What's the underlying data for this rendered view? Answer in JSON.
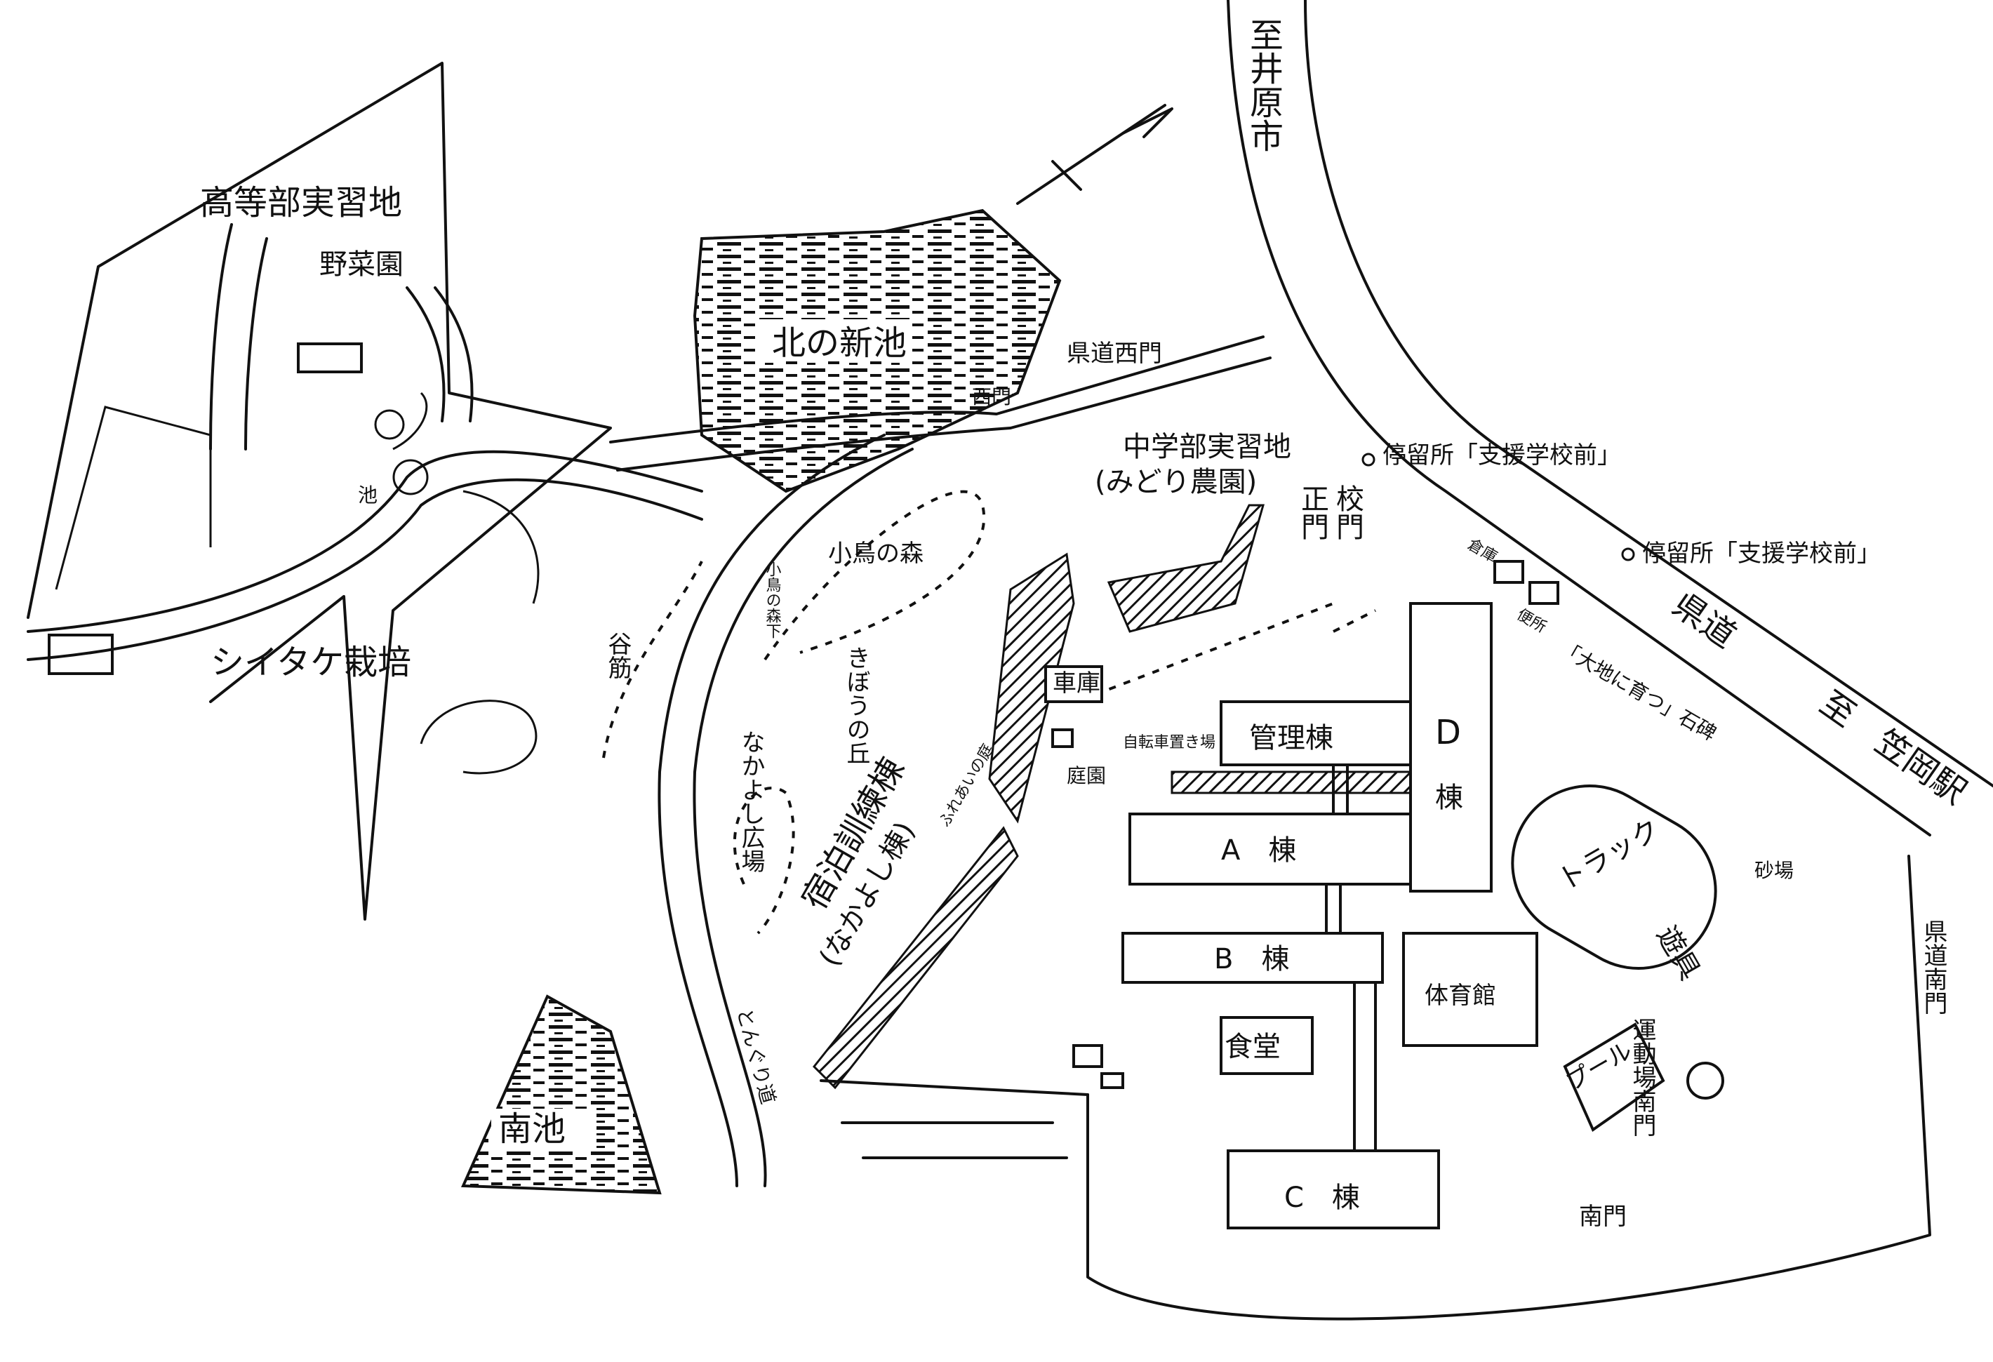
{
  "map": {
    "labels": {
      "high_school_practice": "高等部実習地",
      "vegetable_garden": "野菜園",
      "north_pond": "北の新池",
      "pref_road_west_gate": "県道西門",
      "west_gate": "西門",
      "to_ibara": "至井原市",
      "middle_practice": "中学部実習地",
      "midori_farm": "(みどり農園)",
      "main_gate": "正門",
      "school_gate": "校門",
      "bus_stop_1": "停留所「支援学校前」",
      "bus_stop_2": "停留所「支援学校前」",
      "pond_small": "池",
      "shiitake": "シイタケ栽培",
      "tanisuji": "谷筋",
      "kotori_forest": "小鳥の森",
      "kotori_forest_below": "小鳥の森下",
      "kibou_hill": "きぼうの丘",
      "garage": "車庫",
      "bike_parking": "自転車置き場",
      "admin_building": "管理棟",
      "d_building": "D",
      "d_building_suffix": "棟",
      "garden": "庭園",
      "nakayoshi_plaza": "なかよし広場",
      "training_building": "宿泊訓練棟",
      "nakayoshi_building": "(なかよし棟)",
      "fureai_garden": "ふれあいの庭",
      "a_building": "A　棟",
      "b_building": "B　棟",
      "gym": "体育館",
      "cafeteria": "食堂",
      "c_building": "C　棟",
      "pool": "プール",
      "track": "トラック",
      "warehouse": "倉庫",
      "toilet": "便所",
      "monument": "「大地に育つ」石碑",
      "pref_road": "県道",
      "to_kasaoka": "至　笠岡駅",
      "sand_pit": "砂場",
      "playground_equipment": "遊具",
      "field_south_gate": "運動場南門",
      "pref_road_south_gate": "県道南門",
      "south_gate": "南門",
      "south_pond": "南池",
      "tonguri_road": "とんぐり道"
    }
  }
}
